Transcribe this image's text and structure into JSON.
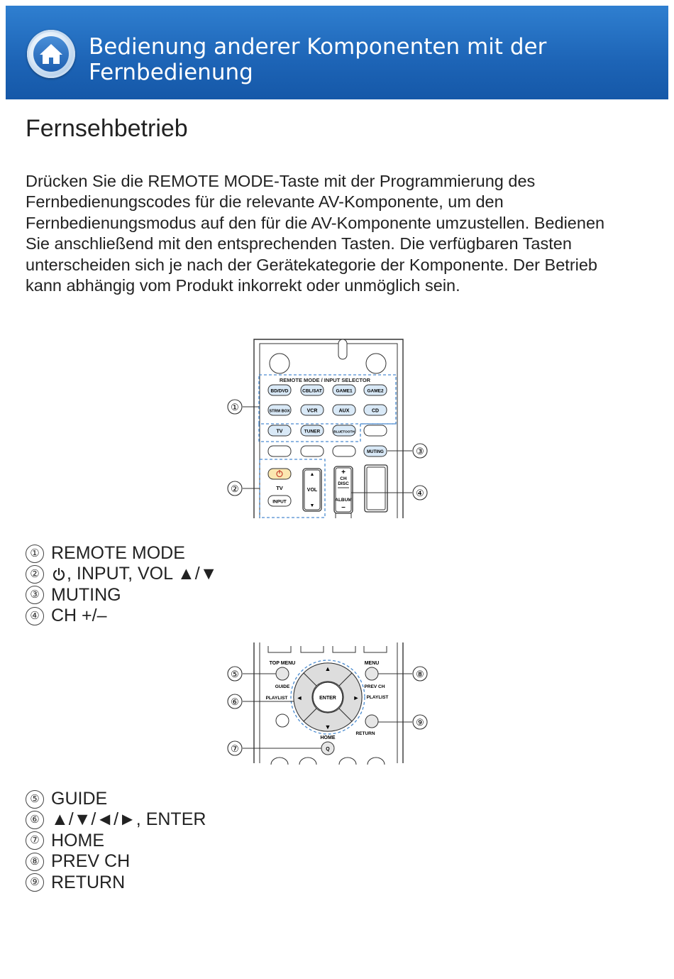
{
  "header": {
    "title": "Bedienung anderer Komponenten mit der Fernbedienung",
    "home_icon": "home-icon"
  },
  "page_title": "Fernsehbetrieb",
  "intro": "Drücken Sie die REMOTE MODE-Taste mit der Programmierung des Fernbedienungscodes für die relevante AV-Komponente, um den Fernbedienungsmodus auf den für die AV-Komponente umzustellen. Bedienen Sie anschließend mit den entsprechenden Tasten. Die verfügbaren Tasten unterscheiden sich je nach der Gerätekategorie der Komponente. Der Betrieb kann abhängig vom Produkt inkorrekt oder unmöglich sein.",
  "remote_top": {
    "section_label": "REMOTE MODE / INPUT SELECTOR",
    "buttons": [
      "BD/DVD",
      "CBL/SAT",
      "GAME1",
      "GAME2",
      "STRM BOX",
      "VCR",
      "AUX",
      "CD",
      "TV",
      "TUNER",
      "BLUETOOTH"
    ],
    "muting": "MUTING",
    "tv": "TV",
    "input": "INPUT",
    "vol": "VOL",
    "ch_plus": "+",
    "ch": "CH",
    "disc": "DISC",
    "album": "ALBUM",
    "ch_minus": "–",
    "callouts": [
      "①",
      "②",
      "③",
      "④"
    ]
  },
  "legend1": [
    {
      "num": "①",
      "text": "REMOTE MODE"
    },
    {
      "num": "②",
      "text": ", INPUT, VOL ▲/▼"
    },
    {
      "num": "③",
      "text": "MUTING"
    },
    {
      "num": "④",
      "text": "CH +/–"
    }
  ],
  "remote_bottom": {
    "top_menu": "TOP MENU",
    "menu": "MENU",
    "guide": "GUIDE",
    "prev_ch": "PREV CH",
    "playlist_left": "PLAYLIST",
    "playlist_right": "PLAYLIST",
    "enter": "ENTER",
    "return": "RETURN",
    "home": "HOME",
    "q": "Q",
    "callouts": [
      "⑤",
      "⑥",
      "⑦",
      "⑧",
      "⑨"
    ]
  },
  "legend2": [
    {
      "num": "⑤",
      "text": "GUIDE"
    },
    {
      "num": "⑥",
      "text": "▲/▼/◄/►, ENTER"
    },
    {
      "num": "⑦",
      "text": "HOME"
    },
    {
      "num": "⑧",
      "text": "PREV CH"
    },
    {
      "num": "⑨",
      "text": "RETURN"
    }
  ]
}
